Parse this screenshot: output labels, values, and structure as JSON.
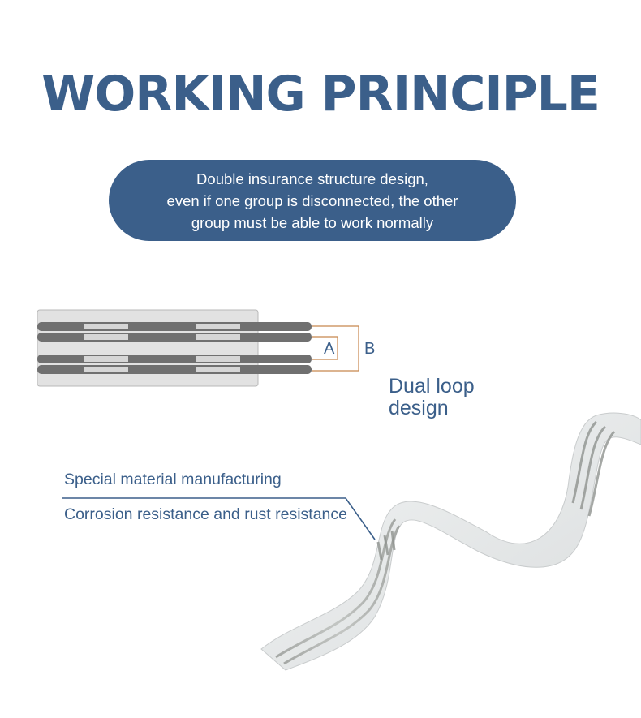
{
  "colors": {
    "primary": "#3b5f8a",
    "bracket": "#c8874e",
    "tape_light": "#e6e9ea",
    "tape_stripe": "#a8aba7"
  },
  "header": {
    "title": "WORKING PRINCIPLE"
  },
  "callout": {
    "lines": [
      "Double insurance structure design,",
      "even if one group is disconnected, the other",
      "group must be able to work normally"
    ]
  },
  "diagram": {
    "label_a": "A",
    "label_b": "B",
    "caption_lines": [
      "Dual loop",
      "design"
    ]
  },
  "features": [
    "Special material manufacturing",
    "Corrosion resistance and rust resistance"
  ]
}
